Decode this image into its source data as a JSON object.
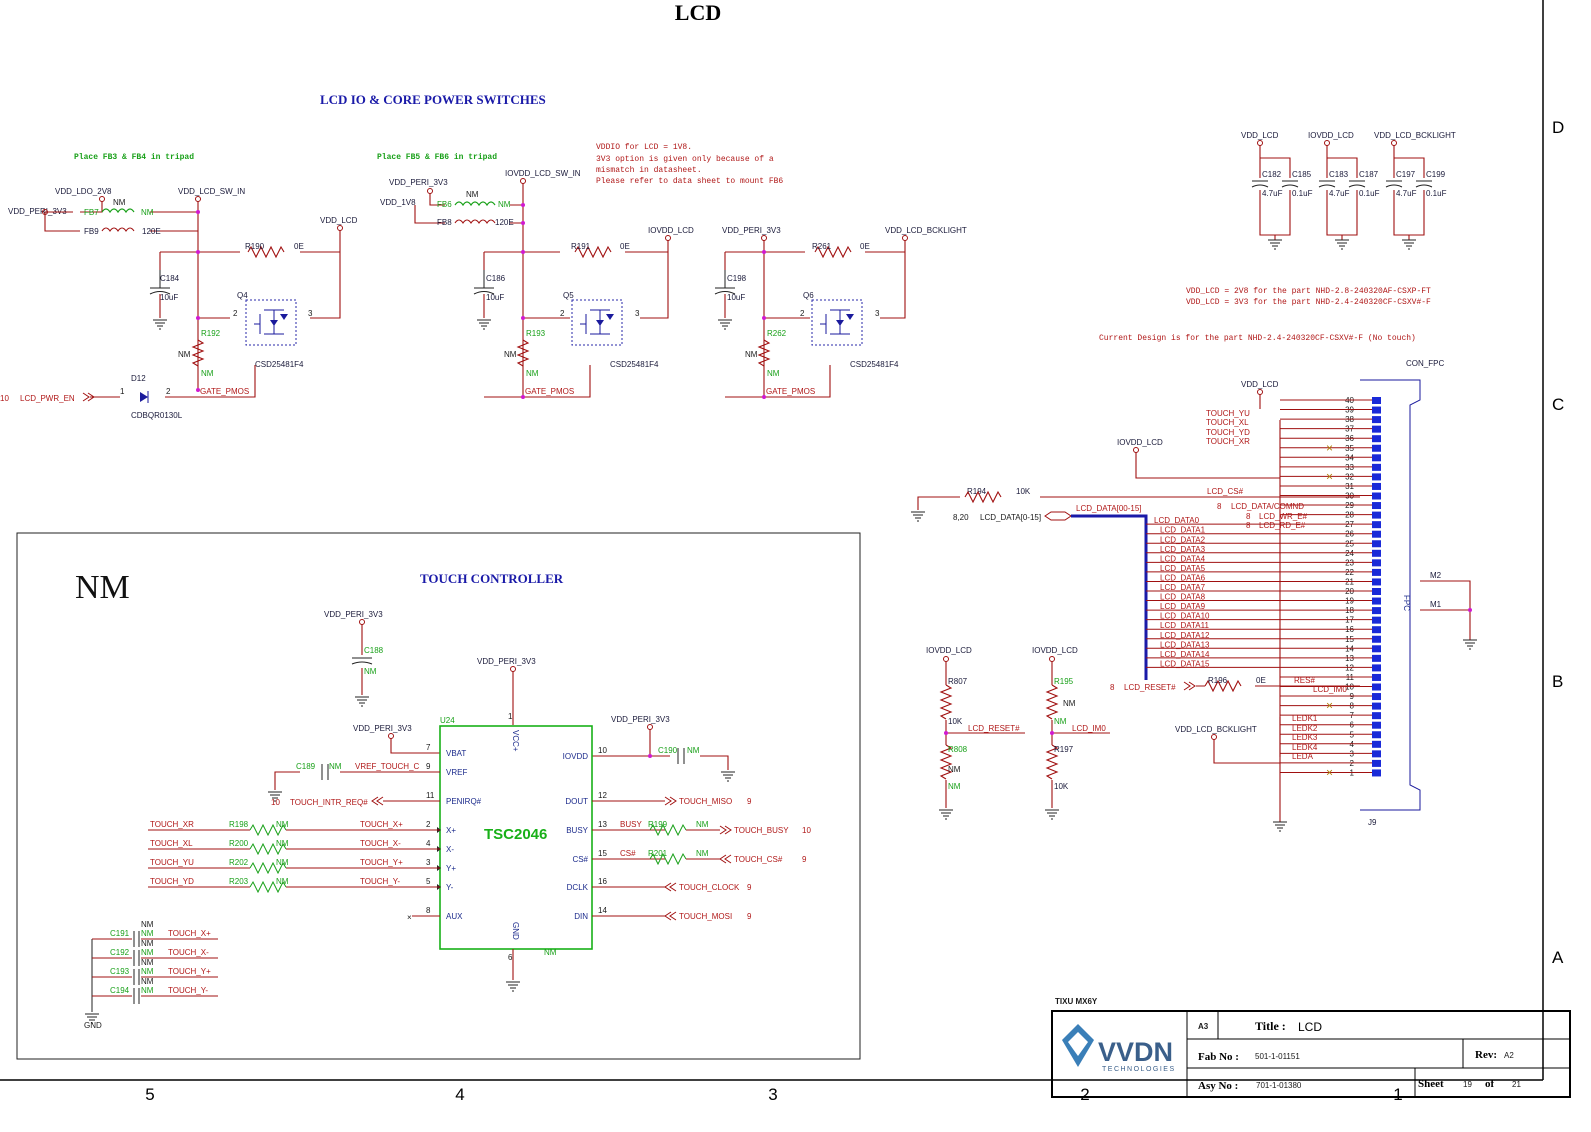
{
  "sheet_title": "LCD",
  "border": {
    "columns": [
      "5",
      "4",
      "3",
      "2",
      "1"
    ],
    "rows": [
      "D",
      "C",
      "B",
      "A"
    ]
  },
  "power_section": {
    "header": "LCD IO & CORE POWER SWITCHES",
    "note_fb34": "Place FB3 & FB4 in tripad",
    "note_fb56": "Place FB5 & FB6 in tripad",
    "vddio_note": [
      "VDDIO for LCD = 1V8.",
      "3V3 option is given only because of a",
      "mismatch in datasheet.",
      "Please refer to data sheet to mount FB6"
    ],
    "sw1": {
      "vdd_ldo": "VDD_LDO_2V8",
      "vdd_peri": "VDD_PERI_3V3",
      "sw_in": "VDD_LCD_SW_IN",
      "out": "VDD_LCD",
      "fb_top": "FB7",
      "fb_top_val": "NM",
      "fb_top_nm": "NM",
      "fb_bot": "FB9",
      "fb_bot_val": "120E",
      "r_top": "R190",
      "r_top_val": "0E",
      "cap": "C184",
      "cap_val": "10uF",
      "q": "Q4",
      "q_part": "CSD25481F4",
      "r_bias": "R192",
      "r_bias_nm": "NM",
      "r_bias_val": "NM",
      "gate": "GATE_PMOS",
      "pin2": "2",
      "pin3": "3",
      "diode": "D12",
      "diode_part": "CDBQR0130L",
      "en_ref": "10",
      "en": "LCD_PWR_EN",
      "d_pin1": "1",
      "d_pin2": "2"
    },
    "sw2": {
      "vdd_peri": "VDD_PERI_3V3",
      "vdd_1v8": "VDD_1V8",
      "sw_in": "IOVDD_LCD_SW_IN",
      "out": "IOVDD_LCD",
      "fb_top": "FB6",
      "fb_top_nm": "NM",
      "fb_top_val": "NM",
      "fb_bot": "FB8",
      "fb_bot_val": "120E",
      "r_top": "R191",
      "r_top_val": "0E",
      "cap": "C186",
      "cap_val": "10uF",
      "q": "Q5",
      "q_part": "CSD25481F4",
      "r_bias": "R193",
      "r_bias_nm": "NM",
      "r_bias_val": "NM",
      "gate": "GATE_PMOS",
      "pin2": "2",
      "pin3": "3"
    },
    "sw3": {
      "vdd_peri": "VDD_PERI_3V3",
      "out": "VDD_LCD_BCKLIGHT",
      "r_top": "R261",
      "r_top_val": "0E",
      "cap": "C198",
      "cap_val": "10uF",
      "q": "Q6",
      "q_part": "CSD25481F4",
      "r_bias": "R262",
      "r_bias_nm": "NM",
      "r_bias_val": "NM",
      "gate": "GATE_PMOS",
      "pin2": "2",
      "pin3": "3"
    }
  },
  "decoupling": {
    "rails": [
      "VDD_LCD",
      "IOVDD_LCD",
      "VDD_LCD_BCKLIGHT"
    ],
    "caps": [
      {
        "ref": "C182",
        "val": "4.7uF"
      },
      {
        "ref": "C185",
        "val": "0.1uF"
      },
      {
        "ref": "C183",
        "val": "4.7uF"
      },
      {
        "ref": "C187",
        "val": "0.1uF"
      },
      {
        "ref": "C197",
        "val": "4.7uF"
      },
      {
        "ref": "C199",
        "val": "0.1uF"
      }
    ]
  },
  "vdd_notes": [
    "VDD_LCD = 2V8 for the part NHD-2.8-240320AF-CSXP-FT",
    "VDD_LCD = 3V3 for the part NHD-2.4-240320CF-CSXV#-F",
    "Current Design is for the part NHD-2.4-240320CF-CSXV#-F (No touch)"
  ],
  "fpc": {
    "label": "CON_FPC",
    "ref": "J9",
    "body_label": "FPC",
    "vdd": "VDD_LCD",
    "iovdd": "IOVDD_LCD",
    "bklt": "VDD_LCD_BCKLIGHT",
    "m2": "M2",
    "m1": "M1",
    "pins": [
      "40",
      "39",
      "38",
      "37",
      "36",
      "35",
      "34",
      "33",
      "32",
      "31",
      "30",
      "29",
      "28",
      "27",
      "26",
      "25",
      "24",
      "23",
      "22",
      "21",
      "20",
      "19",
      "18",
      "17",
      "16",
      "15",
      "14",
      "13",
      "12",
      "11",
      "10",
      "9",
      "8",
      "7",
      "6",
      "5",
      "4",
      "3",
      "2",
      "1"
    ],
    "touch_nets": [
      "TOUCH_YU",
      "TOUCH_XL",
      "TOUCH_YD",
      "TOUCH_XR"
    ],
    "r194": "R194",
    "r194_val": "10K",
    "cs_net": "LCD_CS#",
    "data_ref": "8,20",
    "data_port": "LCD_DATA[0-15]",
    "data_bus": "LCD_DATA[00-15]",
    "cmd_ref": "8",
    "cmd": "LCD_DATA/COMND",
    "wr_ref": "8",
    "wr": "LCD_WR_E#",
    "rd_ref": "8",
    "rd": "LCD_RD_E#",
    "data_nets": [
      "LCD_DATA0",
      "LCD_DATA1",
      "LCD_DATA2",
      "LCD_DATA3",
      "LCD_DATA4",
      "LCD_DATA5",
      "LCD_DATA6",
      "LCD_DATA7",
      "LCD_DATA8",
      "LCD_DATA9",
      "LCD_DATA10",
      "LCD_DATA11",
      "LCD_DATA12",
      "LCD_DATA13",
      "LCD_DATA14",
      "LCD_DATA15"
    ],
    "reset_ref": "8",
    "reset": "LCD_RESET#",
    "r196": "R196",
    "r196_val": "0E",
    "res_net": "RES#",
    "im0": "LCD_IM0",
    "ledk": [
      "LEDK1",
      "LEDK2",
      "LEDK3",
      "LEDK4"
    ],
    "leda": "LEDA"
  },
  "strap": {
    "iovdd1": "IOVDD_LCD",
    "iovdd2": "IOVDD_LCD",
    "r807": "R807",
    "r807_val": "10K",
    "reset_net": "LCD_RESET#",
    "r808": "R808",
    "r808_nm": "NM",
    "r808_val": "NM",
    "r195": "R195",
    "r195_nm": "NM",
    "r195_val": "NM",
    "im0_net": "LCD_IM0",
    "r197": "R197",
    "r197_val": "10K"
  },
  "touch": {
    "nm_label": "NM",
    "header": "TOUCH CONTROLLER",
    "c188_rail": "VDD_PERI_3V3",
    "c188": "C188",
    "c188_val": "NM",
    "vcc_rail": "VDD_PERI_3V3",
    "vbat_rail": "VDD_PERI_3V3",
    "iovdd_rail": "VDD_PERI_3V3",
    "ref": "U24",
    "part": "TSC2046",
    "vcc_pin": "VCC+",
    "vcc_num": "1",
    "gnd_pin": "GND",
    "gnd_num": "6",
    "nm_bottom": "NM",
    "left_pins": [
      {
        "num": "7",
        "name": "VBAT"
      },
      {
        "num": "9",
        "name": "VREF"
      },
      {
        "num": "11",
        "name": "PENIRQ#"
      },
      {
        "num": "2",
        "name": "X+"
      },
      {
        "num": "4",
        "name": "X-"
      },
      {
        "num": "3",
        "name": "Y+"
      },
      {
        "num": "5",
        "name": "Y-"
      },
      {
        "num": "8",
        "name": "AUX"
      }
    ],
    "right_pins": [
      {
        "num": "10",
        "name": "IOVDD"
      },
      {
        "num": "12",
        "name": "DOUT"
      },
      {
        "num": "13",
        "name": "BUSY"
      },
      {
        "num": "15",
        "name": "CS#"
      },
      {
        "num": "16",
        "name": "DCLK"
      },
      {
        "num": "14",
        "name": "DIN"
      }
    ],
    "c189": "C189",
    "c189_val": "NM",
    "vref_net": "VREF_TOUCH_C",
    "intr_ref": "10",
    "intr": "TOUCH_INTR_REQ#",
    "c190": "C190",
    "c190_val": "NM",
    "series": [
      {
        "in": "TOUCH_XR",
        "r": "R198",
        "val": "NM",
        "out": "TOUCH_X+"
      },
      {
        "in": "TOUCH_XL",
        "r": "R200",
        "val": "NM",
        "out": "TOUCH_X-"
      },
      {
        "in": "TOUCH_YU",
        "r": "R202",
        "val": "NM",
        "out": "TOUCH_Y+"
      },
      {
        "in": "TOUCH_YD",
        "r": "R203",
        "val": "NM",
        "out": "TOUCH_Y-"
      }
    ],
    "outputs": [
      {
        "net": "TOUCH_MISO",
        "ref": "9",
        "pre": "",
        "r": "",
        "val": ""
      },
      {
        "net": "TOUCH_BUSY",
        "ref": "10",
        "pre": "BUSY",
        "r": "R199",
        "val": "NM"
      },
      {
        "net": "TOUCH_CS#",
        "ref": "9",
        "pre": "CS#",
        "r": "R201",
        "val": "NM"
      },
      {
        "net": "TOUCH_CLOCK",
        "ref": "9",
        "pre": "",
        "r": "",
        "val": ""
      },
      {
        "net": "TOUCH_MOSI",
        "ref": "9",
        "pre": "",
        "r": "",
        "val": ""
      }
    ],
    "filter_caps": [
      {
        "c": "C191",
        "val": "NM",
        "nm": "NM",
        "net": "TOUCH_X+"
      },
      {
        "c": "C192",
        "val": "NM",
        "nm": "NM",
        "net": "TOUCH_X-"
      },
      {
        "c": "C193",
        "val": "NM",
        "nm": "NM",
        "net": "TOUCH_Y+"
      },
      {
        "c": "C194",
        "val": "NM",
        "nm": "NM",
        "net": "TOUCH_Y-"
      }
    ],
    "gnd": "GND"
  },
  "title_block": {
    "project": "TIXU MX6Y",
    "size": "A3",
    "title_label": "Title :",
    "title": "LCD",
    "fab_label": "Fab No :",
    "fab": "501-1-01151",
    "rev_label": "Rev:",
    "rev": "A2",
    "asy_label": "Asy No :",
    "asy": "701-1-01380",
    "sheet_label": "Sheet",
    "sheet": "19",
    "of_label": "of",
    "total": "21",
    "logo": "VVDN",
    "logo_sub": "TECHNOLOGIES"
  }
}
